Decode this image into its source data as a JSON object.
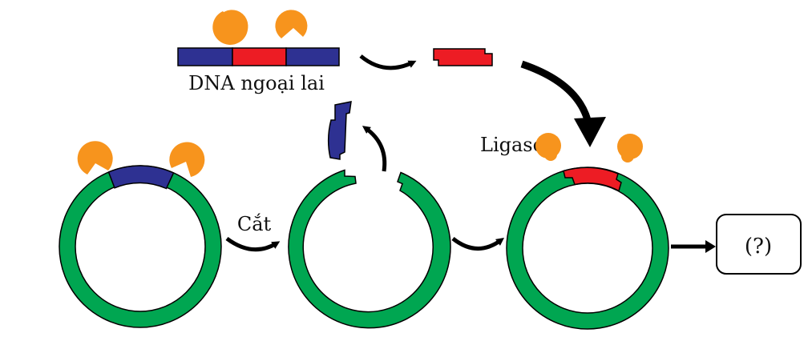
{
  "labels": {
    "foreign_dna": "DNA ngoại lai",
    "cut": "Cắt",
    "ligase": "Ligase",
    "result": "(?)"
  },
  "colors": {
    "plasmid": "#00a651",
    "insert_original": "#2e3192",
    "insert_foreign": "#ed1c24",
    "enzyme": "#f7941d",
    "outline": "#000000",
    "arrow": "#000000"
  },
  "steps": [
    {
      "id": "plasmid-with-site",
      "enzymes": 2
    },
    {
      "id": "cut-plasmid",
      "enzymes": 0
    },
    {
      "id": "recombinant-plasmid",
      "enzymes": 2
    },
    {
      "id": "result-box",
      "text_ref": "labels.result"
    }
  ],
  "icons": {
    "restriction_enzyme": "pacman-enzyme-icon",
    "ligase_enzyme": "ligase-blob-icon",
    "curved_arrow": "curved-arrow-icon"
  }
}
